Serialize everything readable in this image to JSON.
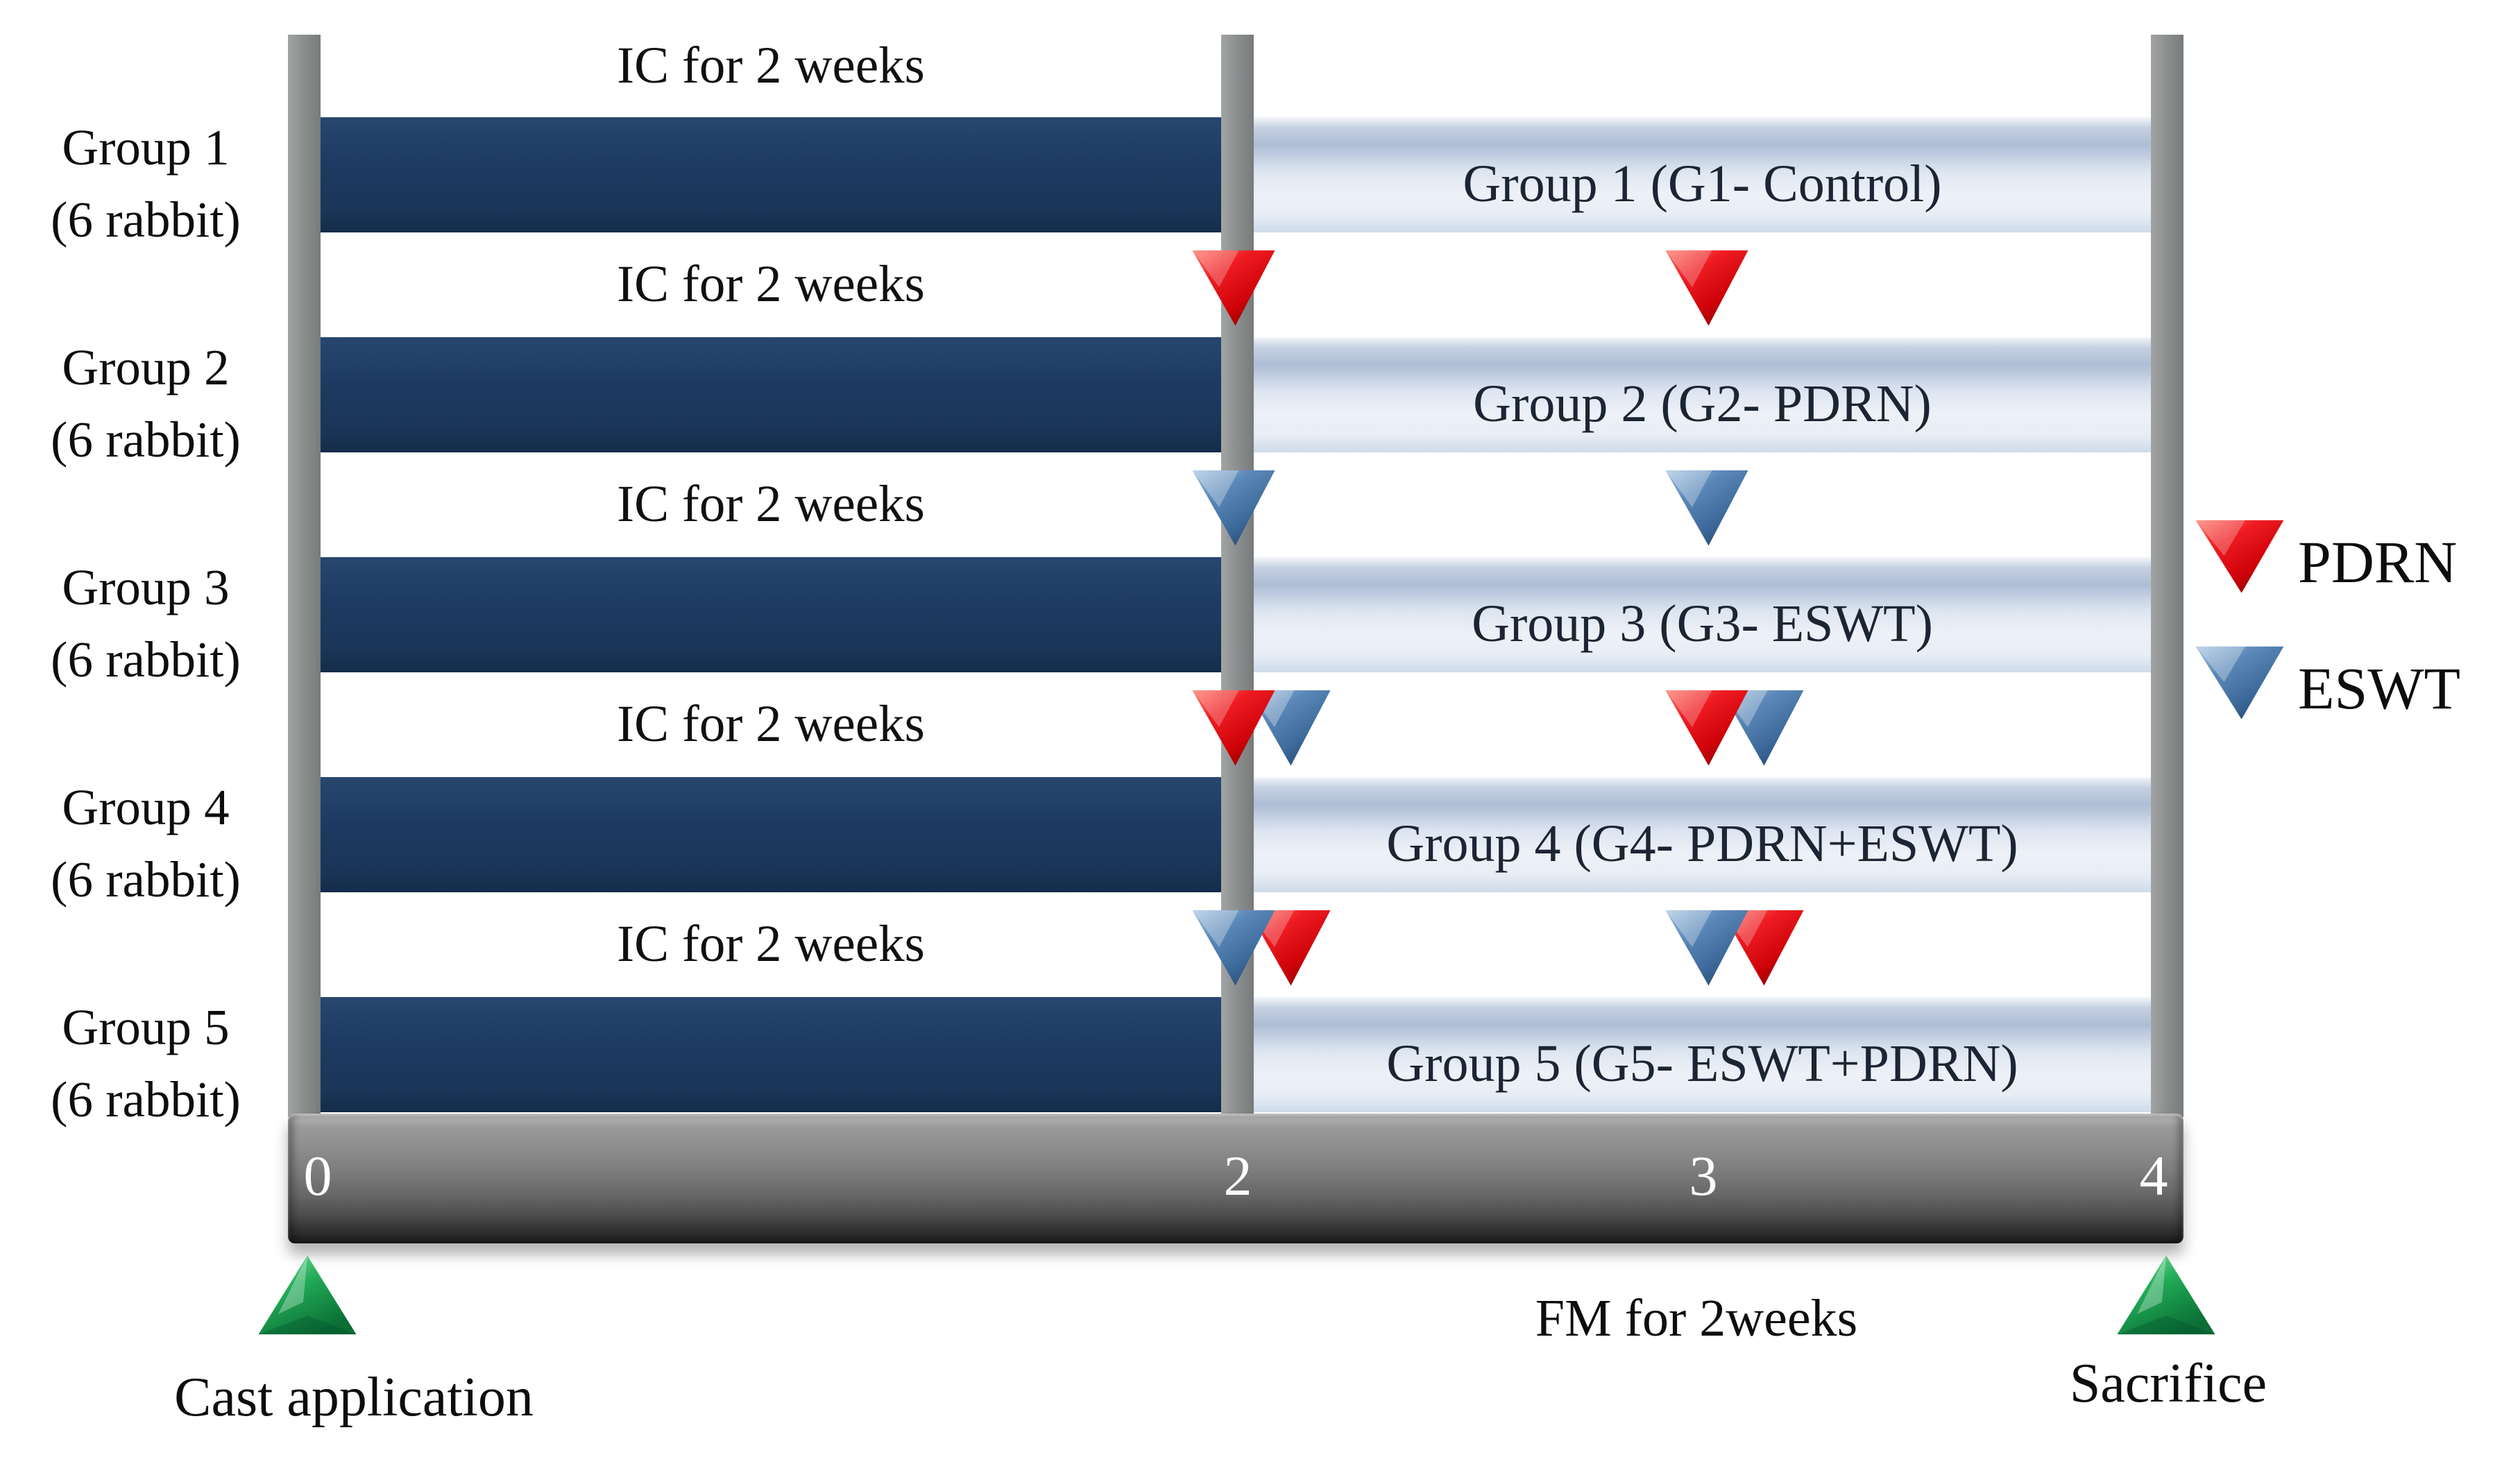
{
  "figure": {
    "description": "Experimental study timeline, 5 rabbit groups over 4 weeks"
  },
  "groups": [
    {
      "name": "Group 1",
      "count": "(6 rabbit)",
      "bar_label": "Group 1 (G1- Control)",
      "treatments": []
    },
    {
      "name": "Group 2",
      "count": "(6 rabbit)",
      "bar_label": "Group 2 (G2- PDRN)",
      "treatments": [
        "PDRN"
      ]
    },
    {
      "name": "Group 3",
      "count": "(6 rabbit)",
      "bar_label": "Group 3 (G3- ESWT)",
      "treatments": [
        "ESWT"
      ]
    },
    {
      "name": "Group 4",
      "count": "(6 rabbit)",
      "bar_label": "Group 4 (G4- PDRN+ESWT)",
      "treatments": [
        "PDRN",
        "ESWT"
      ]
    },
    {
      "name": "Group 5",
      "count": "(6 rabbit)",
      "bar_label": "Group 5 (G5- ESWT+PDRN)",
      "treatments": [
        "ESWT",
        "PDRN"
      ]
    }
  ],
  "labels": {
    "ic": "IC for 2 weeks",
    "fm": "FM for 2weeks",
    "cast": "Cast application",
    "sacrifice": "Sacrifice"
  },
  "timeline": {
    "ticks": [
      "0",
      "2",
      "3",
      "4"
    ],
    "treatment_weeks": [
      2,
      3
    ]
  },
  "legend": [
    {
      "label": "PDRN",
      "marker": "red-down-triangle"
    },
    {
      "label": "ESWT",
      "marker": "blue-down-triangle"
    }
  ],
  "colors": {
    "navy_bar": "#1d3b62",
    "light_bar": "#c6d1e2",
    "pdrn_red": "#e51419",
    "eswt_blue": "#4a79ac",
    "milestone_green": "#1ca355",
    "post_gray": "#8d9090",
    "timeline_gray": "#7c7c7c"
  }
}
